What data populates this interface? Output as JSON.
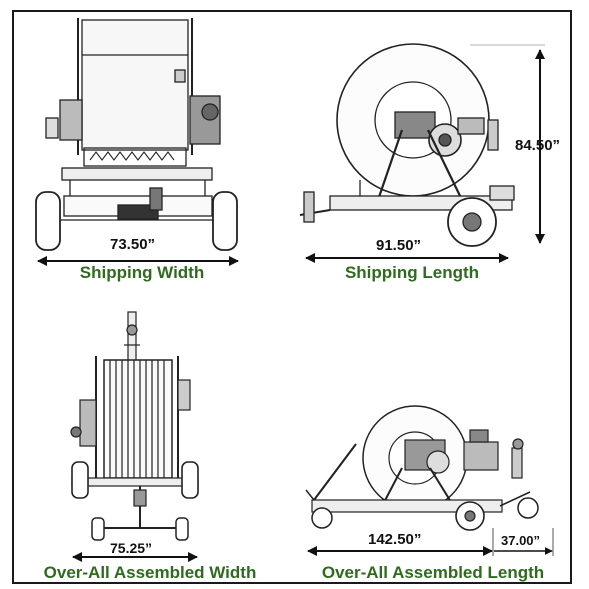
{
  "theme": {
    "caption_color": "#2e6b1f",
    "line_color": "#222222",
    "frame_color": "#1a1a1a"
  },
  "panels": {
    "shipping_width": {
      "caption": "Shipping Width",
      "dimension": "73.50”"
    },
    "shipping_length": {
      "caption": "Shipping Length",
      "dimension": "91.50”",
      "height_dimension": "84.50”"
    },
    "assembled_width": {
      "caption": "Over-All Assembled Width",
      "dimension": "75.25”"
    },
    "assembled_length": {
      "caption": "Over-All Assembled Length",
      "dimension": "142.50”",
      "hitch_dimension": "37.00”"
    }
  },
  "icons": [
    "hose-reel-front-view-drawing",
    "hose-reel-side-view-drawing",
    "assembled-front-view-drawing",
    "assembled-side-view-drawing",
    "dimension-arrow"
  ]
}
